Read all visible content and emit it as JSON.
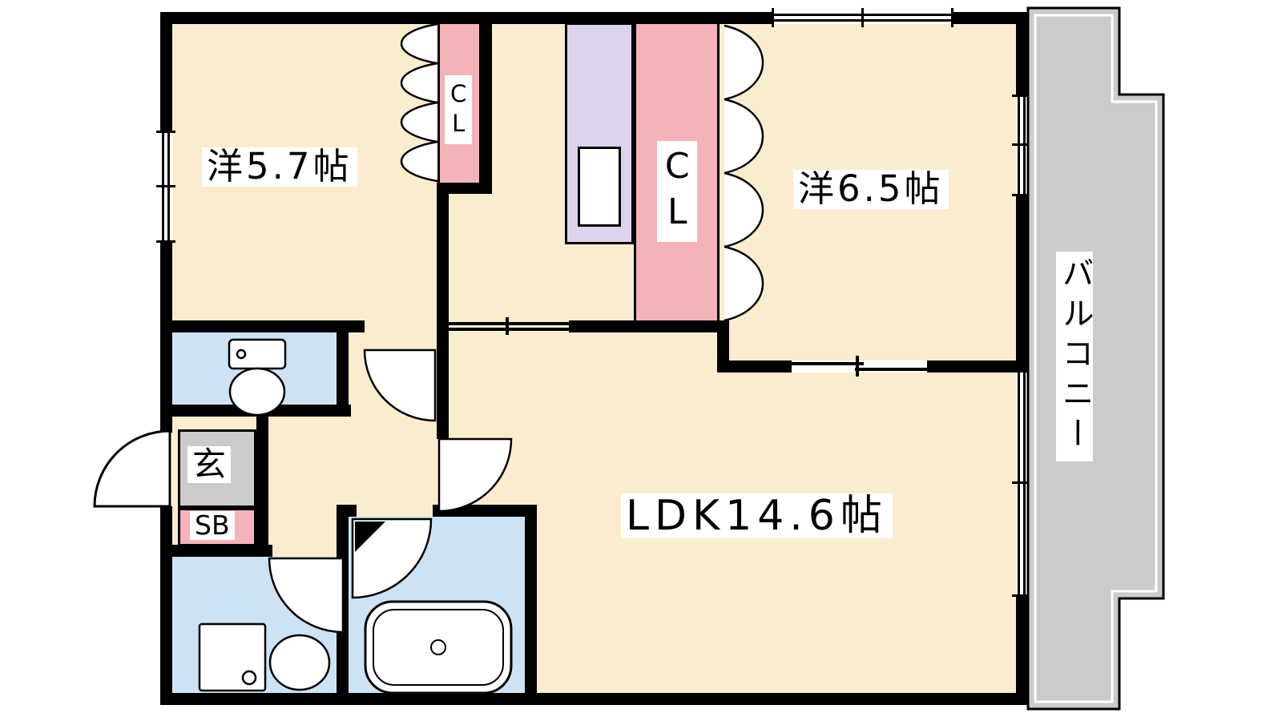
{
  "floorplan": {
    "title": "2LDK apartment floor plan",
    "rooms": {
      "bedroom1": {
        "label": "洋5.7帖"
      },
      "bedroom2": {
        "label": "洋6.5帖"
      },
      "ldk": {
        "label": "LDK14.6帖"
      },
      "balcony": {
        "label": "バルコニー"
      },
      "entrance": {
        "label": "玄"
      },
      "shoe_box": {
        "label": "SB"
      },
      "closet1": {
        "label": "CL"
      },
      "closet2": {
        "label": "CL"
      }
    },
    "colors": {
      "floor": "#FAEDCE",
      "closet_pink": "#F4B3B9",
      "storage_purple": "#DDD3EC",
      "wet_area_blue": "#CDE3F4",
      "entrance_gray": "#CBCBCB",
      "balcony_gray": "#CBCBCB",
      "wall": "#000000"
    },
    "fixtures": [
      "toilet",
      "bathtub",
      "washbasin",
      "washing-machine-pan",
      "kitchen-sink",
      "hinged-doors",
      "bifold-closet-doors",
      "sliding-doors",
      "windows",
      "balcony"
    ]
  }
}
